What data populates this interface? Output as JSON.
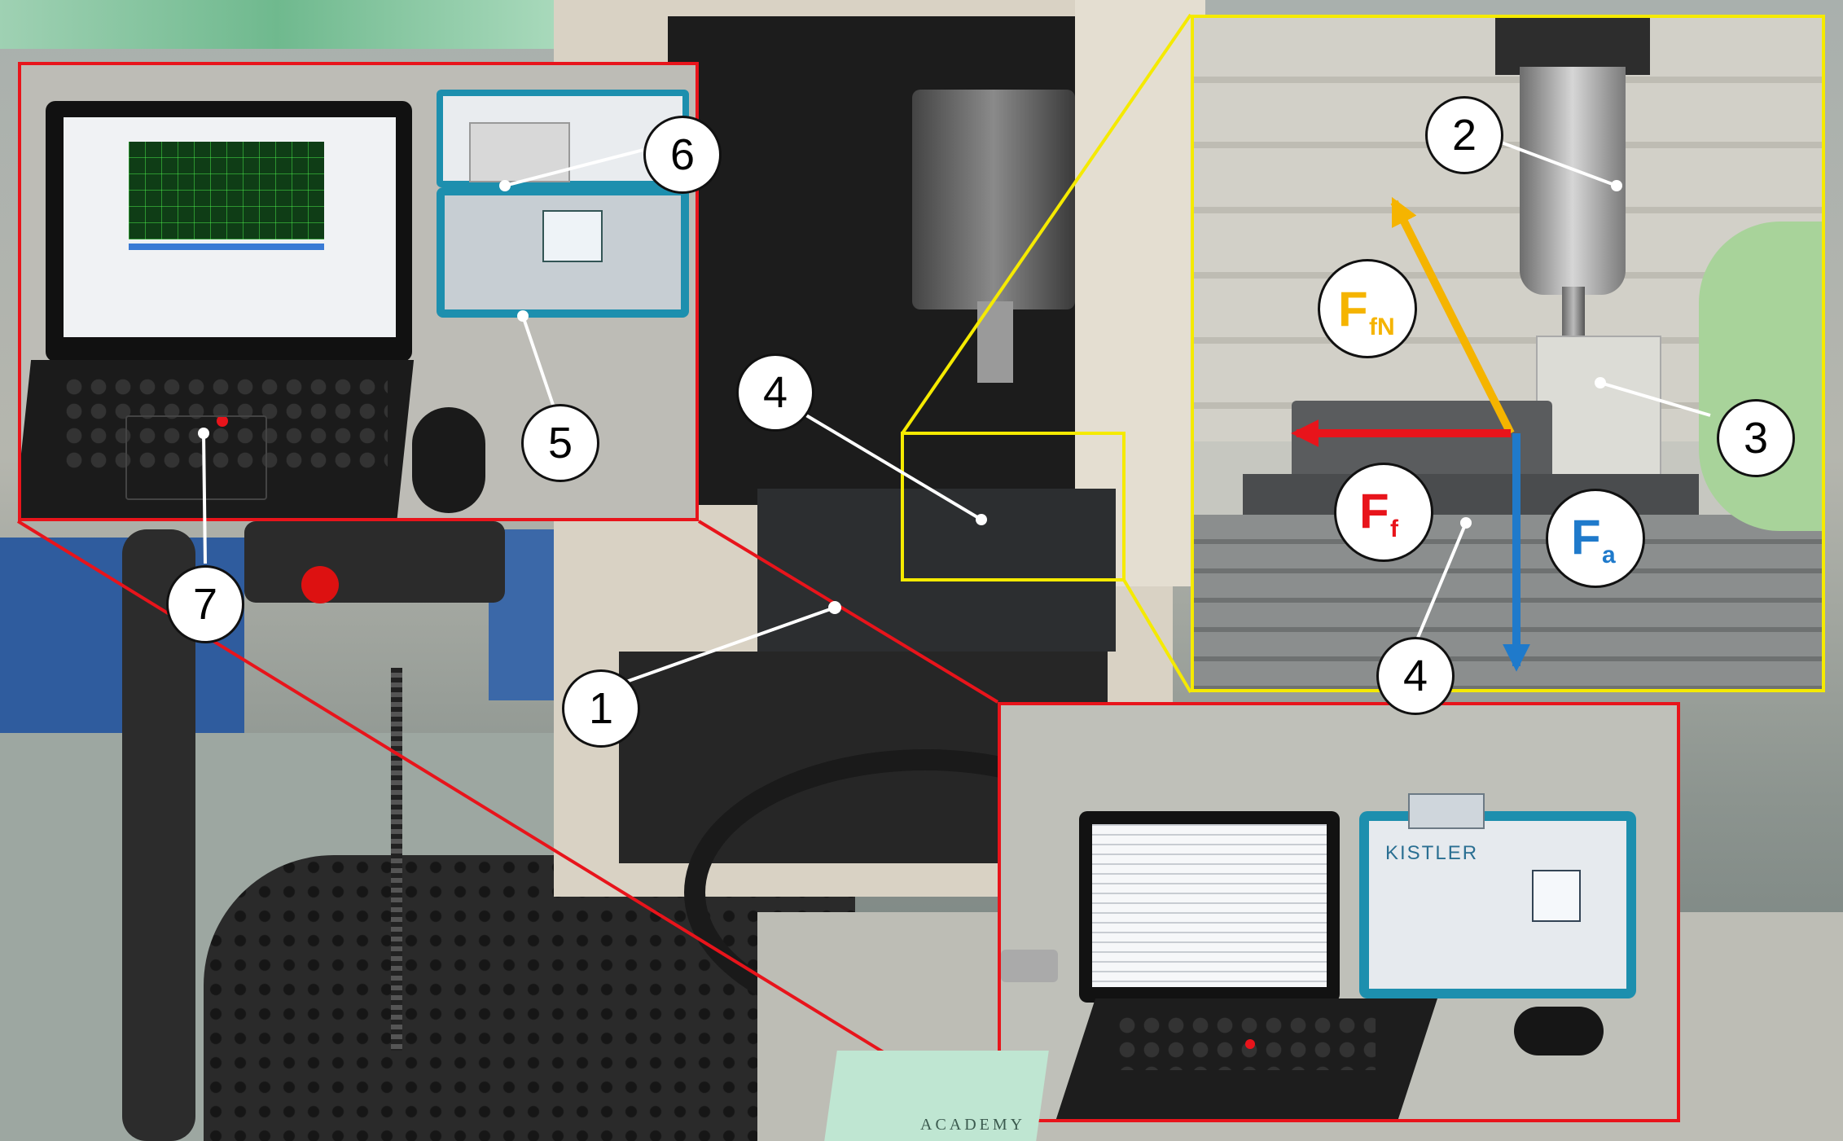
{
  "callouts": [
    {
      "label": "1"
    },
    {
      "label": "2"
    },
    {
      "label": "3"
    },
    {
      "label": "4"
    },
    {
      "label": "4"
    },
    {
      "label": "5"
    },
    {
      "label": "6"
    },
    {
      "label": "7"
    }
  ],
  "forces": {
    "ffn": {
      "symbol": "F",
      "subscript": "fN",
      "color": "#f5b400"
    },
    "ff": {
      "symbol": "F",
      "subscript": "f",
      "color": "#e8141b"
    },
    "fa": {
      "symbol": "F",
      "subscript": "a",
      "color": "#1f7acb"
    }
  },
  "device_brand": "KISTLER",
  "book_text": "ACADEMY",
  "colors": {
    "inset_red": "#e8141b",
    "inset_yellow": "#f5ea00",
    "amplifier_teal": "#1d8fae"
  }
}
